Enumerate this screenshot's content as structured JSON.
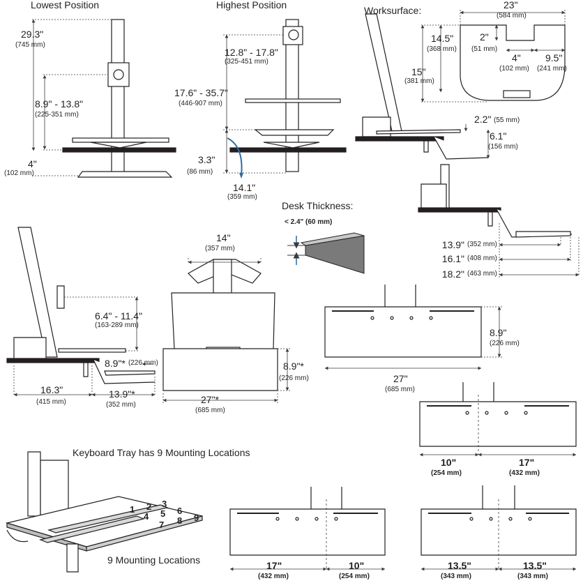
{
  "headings": {
    "lowest": "Lowest Position",
    "highest": "Highest Position",
    "worksurface": "Worksurface:",
    "desk_thickness": "Desk Thickness:",
    "keyboard_tray": "Keyboard Tray has 9 Mounting Locations",
    "mounting_locations": "9 Mounting Locations"
  },
  "lowest": {
    "height_in": "29.3\"",
    "height_mm": "(745 mm)",
    "range_in": "8.9\" - 13.8\"",
    "range_mm": "(225-351 mm)",
    "base_in": "4\"",
    "base_mm": "(102 mm)"
  },
  "highest": {
    "range_in": "12.8\" - 17.8\"",
    "range_mm": "(325-451 mm)",
    "total_in": "17.6\" - 35.7\"",
    "total_mm": "(446-907 mm)",
    "base_in": "3.3\"",
    "base_mm": "(86 mm)",
    "reach_in": "14.1\"",
    "reach_mm": "(359 mm)"
  },
  "worksurface": {
    "width_in": "23\"",
    "width_mm": "(584 mm)",
    "depth1_in": "14.5\"",
    "depth1_mm": "(368 mm)",
    "notch_in": "2\"",
    "notch_mm": "(51 mm)",
    "depth2_in": "15\"",
    "depth2_mm": "(381 mm)",
    "seg1_in": "4\"",
    "seg1_mm": "(102 mm)",
    "seg2_in": "9.5\"",
    "seg2_mm": "(241 mm)",
    "side1_in": "2.2\"",
    "side1_mm": "(55 mm)",
    "side2_in": "6.1\"",
    "side2_mm": "(156 mm)"
  },
  "desk": {
    "thickness": "< 2.4\" (60 mm)"
  },
  "tray_side": {
    "d1_in": "13.9\"",
    "d1_mm": "(352 mm)",
    "d2_in": "16.1\"",
    "d2_mm": "(408 mm)",
    "d3_in": "18.2\"",
    "d3_mm": "(463 mm)"
  },
  "monitor_side": {
    "range_in": "6.4\" - 11.4\"",
    "range_mm": "(163-289 mm)",
    "tray_in": "8.9\"*",
    "tray_mm": "(226 mm)",
    "base_in": "16.3\"",
    "base_mm": "(415 mm)",
    "reach_in": "13.9\"*",
    "reach_mm": "(352 mm)"
  },
  "front": {
    "top_in": "14\"",
    "top_mm": "(357 mm)",
    "side_in": "8.9\"*",
    "side_mm": "(226 mm)",
    "width_in": "27\"*",
    "width_mm": "(685 mm)"
  },
  "tray_top": {
    "height_in": "8.9\"",
    "height_mm": "(226 mm)",
    "width_in": "27\"",
    "width_mm": "(685 mm)"
  },
  "tray_offset_a": {
    "left_in": "10\"",
    "left_mm": "(254 mm)",
    "right_in": "17\"",
    "right_mm": "(432 mm)"
  },
  "tray_offset_b": {
    "left_in": "17\"",
    "left_mm": "(432 mm)",
    "right_in": "10\"",
    "right_mm": "(254 mm)"
  },
  "tray_offset_c": {
    "left_in": "13.5\"",
    "left_mm": "(343 mm)",
    "right_in": "13.5\"",
    "right_mm": "(343 mm)"
  },
  "mount_numbers": [
    "1",
    "2",
    "3",
    "4",
    "5",
    "6",
    "7",
    "8",
    "9"
  ],
  "colors": {
    "line": "#231f20",
    "dimension": "#3a3a3a",
    "accent": "#2e6ca4",
    "fill": "#f5f5f5"
  }
}
